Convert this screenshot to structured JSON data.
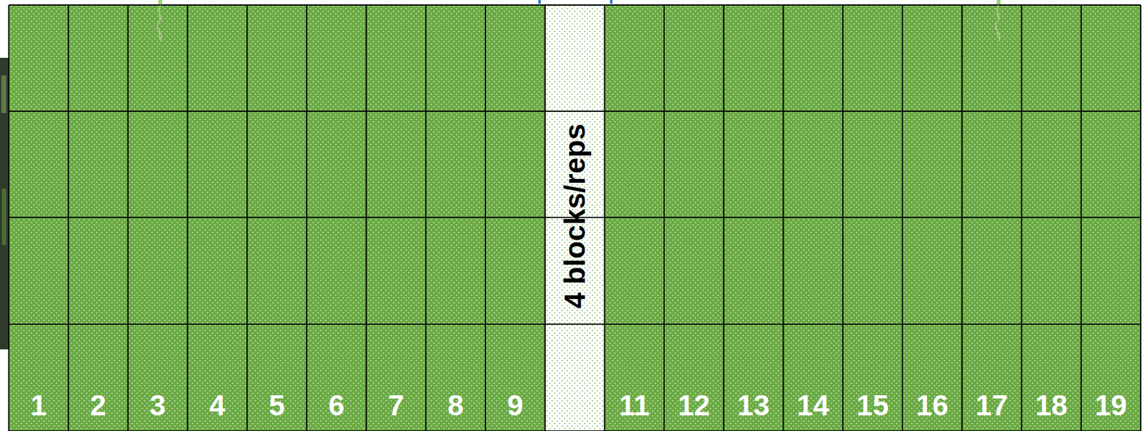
{
  "diagram": {
    "labels": [
      "1",
      "2",
      "3",
      "4",
      "5",
      "6",
      "7",
      "8",
      "9",
      "11",
      "12",
      "13",
      "14",
      "15",
      "16",
      "17",
      "18",
      "19",
      "4 blocks/reps"
    ]
  }
}
